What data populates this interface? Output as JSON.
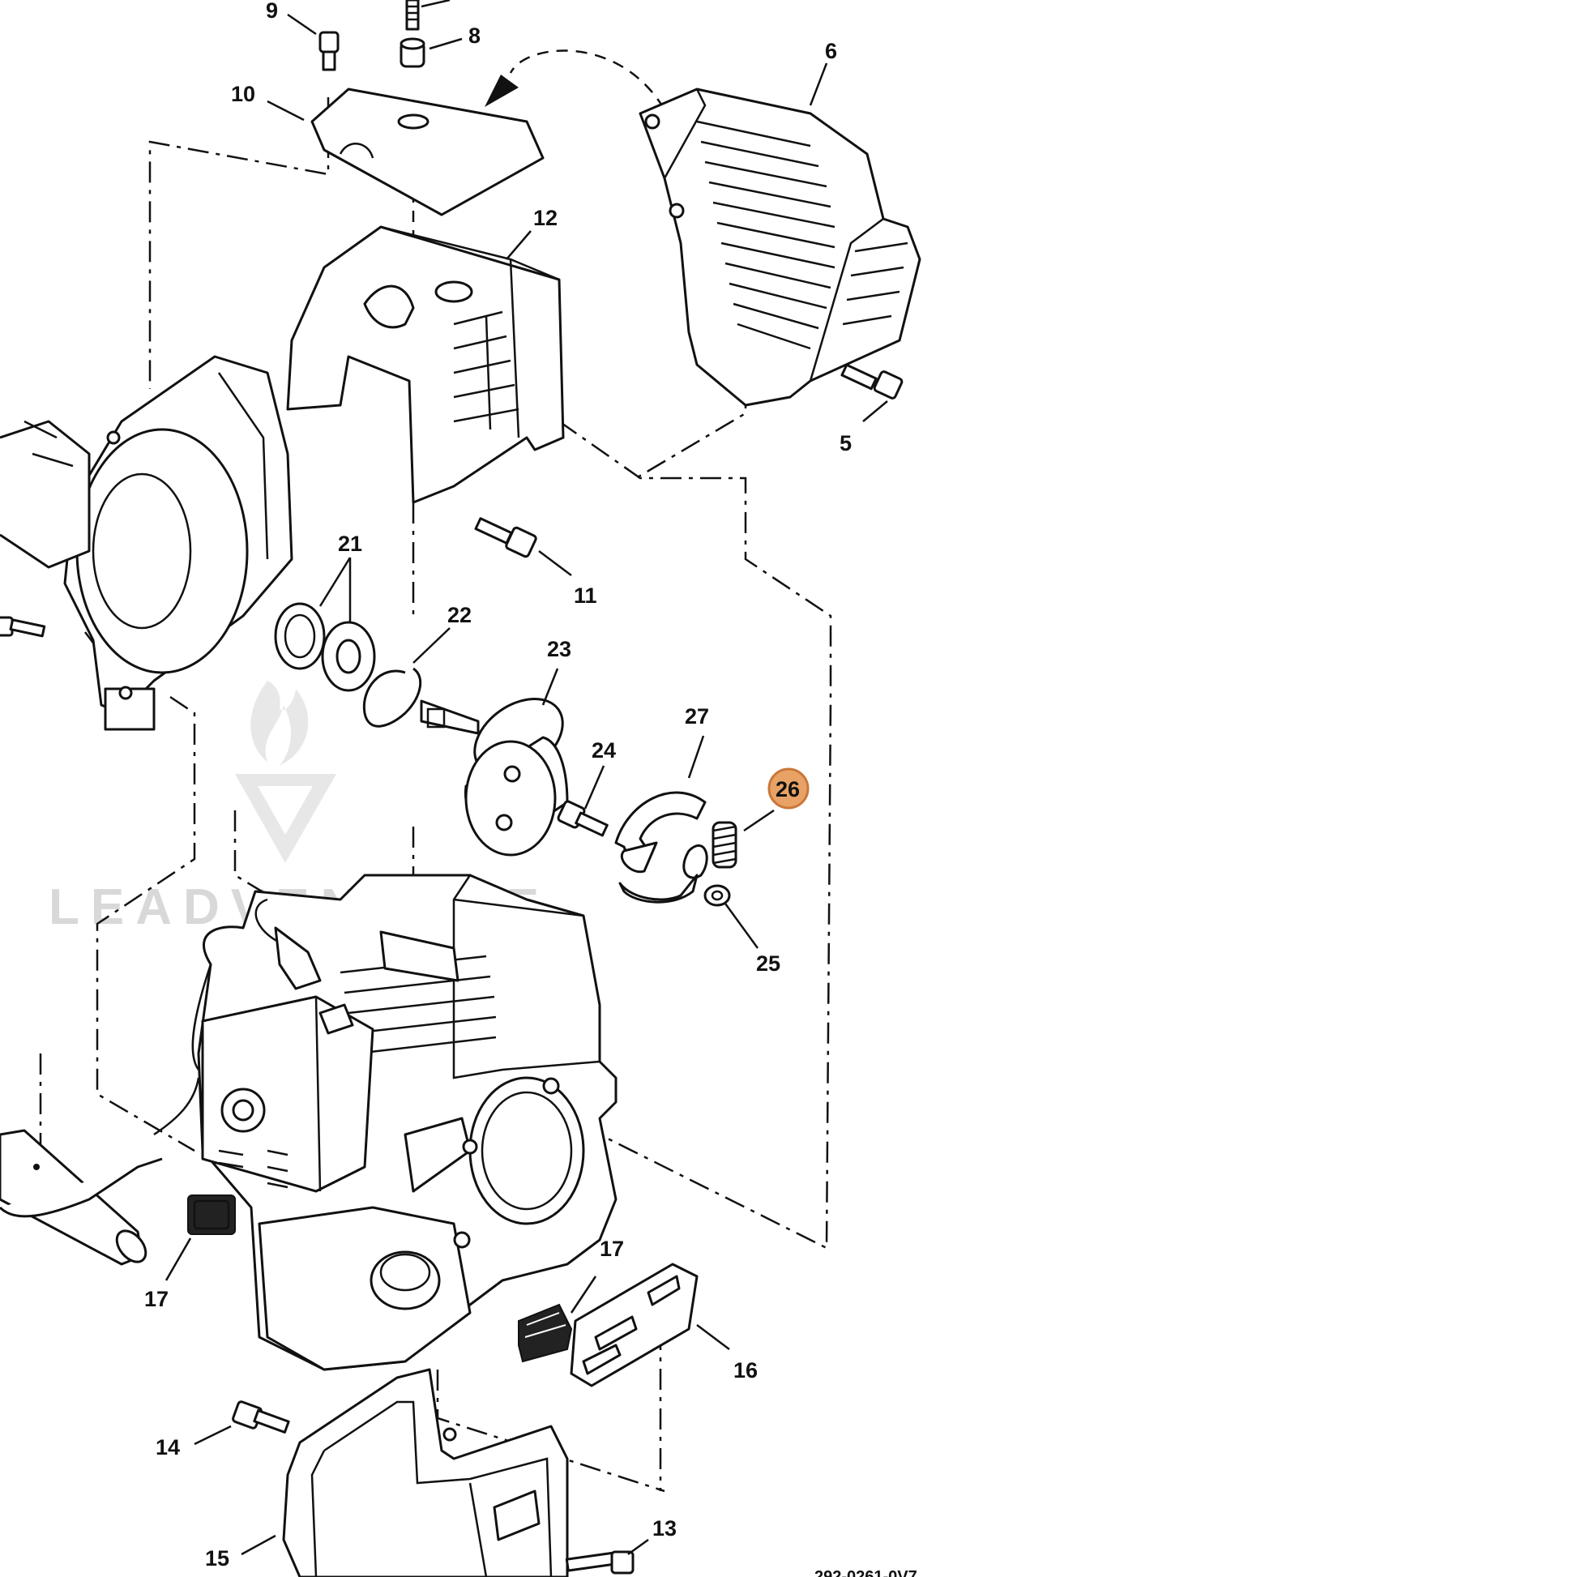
{
  "watermark": {
    "brand": "LEADVENTURE"
  },
  "highlight": {
    "callout": "26",
    "color": "#e8a265",
    "border": "#c9773a"
  },
  "callouts": [
    "9",
    "8",
    "6",
    "10",
    "12",
    "5",
    "11",
    "21",
    "22",
    "23",
    "27",
    "24",
    "26",
    "25",
    "17",
    "17",
    "16",
    "14",
    "13",
    "15"
  ],
  "footer": {
    "reference": "292-0261-0V7"
  }
}
